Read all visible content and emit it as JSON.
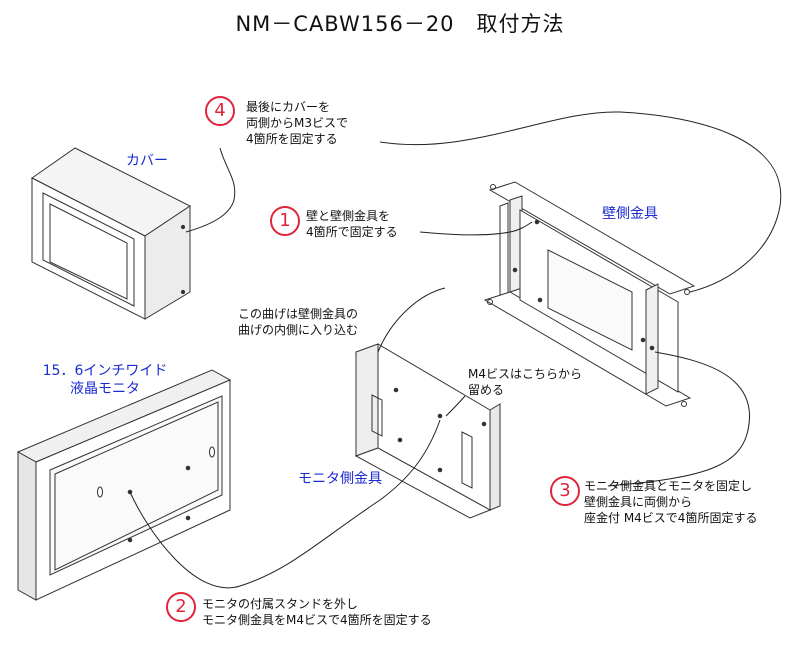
{
  "title": "NM－CABW156－20　取付方法",
  "colors": {
    "label_blue": "#1a2bd0",
    "step_red": "#e0253a"
  },
  "parts": {
    "cover": "カバー",
    "wall_bracket": "壁側金具",
    "monitor": [
      "15．6インチワイド",
      "液晶モニタ"
    ],
    "monitor_bracket": "モニタ側金具"
  },
  "steps": [
    {
      "number": "1",
      "lines": [
        "壁と壁側金具を",
        "4箇所で固定する"
      ]
    },
    {
      "number": "2",
      "lines": [
        "モニタの付属スタンドを外し",
        "モニタ側金具をM4ビスで4箇所を固定する"
      ]
    },
    {
      "number": "3",
      "lines": [
        "モニタ側金具とモニタを固定し",
        "壁側金具に両側から",
        "座金付 M4ビスで4箇所固定する"
      ]
    },
    {
      "number": "4",
      "lines": [
        "最後にカバーを",
        "両側からM3ビスで",
        "4箇所を固定する"
      ]
    }
  ],
  "notes": {
    "bend": [
      "この曲げは壁側金具の",
      "曲げの内側に入り込む"
    ],
    "m4": [
      "M4ビスはこちらから",
      "留める"
    ]
  }
}
